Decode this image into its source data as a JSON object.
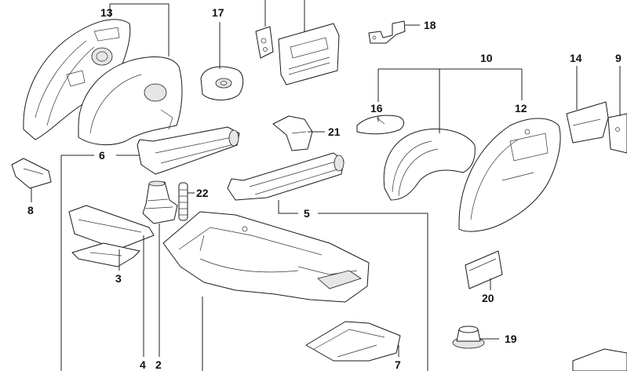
{
  "diagram": {
    "callouts": {
      "c13": "13",
      "c17": "17",
      "c18": "18",
      "c10": "10",
      "c14": "14",
      "c9": "9",
      "c16": "16",
      "c12": "12",
      "c21": "21",
      "c6": "6",
      "c8": "8",
      "c22": "22",
      "c5": "5",
      "c3": "3",
      "c20": "20",
      "c19": "19",
      "c4": "4",
      "c2": "2",
      "c7": "7"
    }
  }
}
